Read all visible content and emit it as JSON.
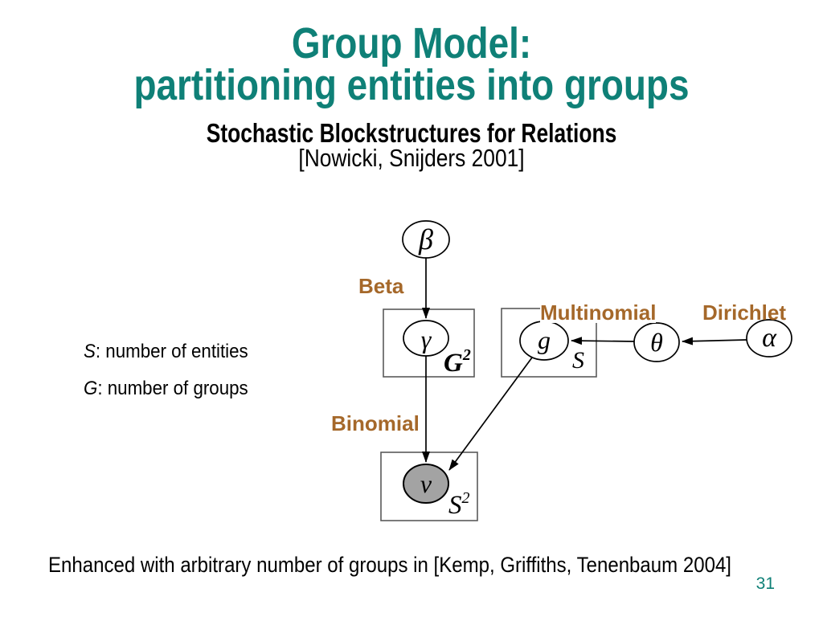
{
  "slide": {
    "title": "Group Model:\npartitioning entities into groups",
    "subtitle_bold": "Stochastic Blockstructures for Relations",
    "subtitle_cite": "[Nowicki, Snijders 2001]",
    "footer": "Enhanced with arbitrary number of groups in [Kemp, Griffiths, Tenenbaum 2004]",
    "page_number": "31",
    "colors": {
      "title_teal": "#0f8077",
      "label_brown": "#a5682a",
      "shaded_node_fill": "#a3a3a3",
      "plate_stroke": "#5a5a5a",
      "edge_color": "#000000",
      "background": "#ffffff"
    }
  },
  "legend": {
    "entities_var": "S",
    "entities_text": ": number of entities",
    "groups_var": "G",
    "groups_text": ": number of groups"
  },
  "diagram": {
    "dist_labels": {
      "beta": "Beta",
      "multinomial": "Multinomial",
      "dirichlet": "Dirichlet",
      "binomial": "Binomial"
    },
    "nodes": {
      "beta": "β",
      "gamma": "γ",
      "g": "g",
      "theta": "θ",
      "alpha": "α",
      "nu": "ν"
    },
    "plates": {
      "g2": {
        "base": "G",
        "exp": "2"
      },
      "s": {
        "base": "S"
      },
      "s2": {
        "base": "S",
        "exp": "2"
      }
    }
  }
}
